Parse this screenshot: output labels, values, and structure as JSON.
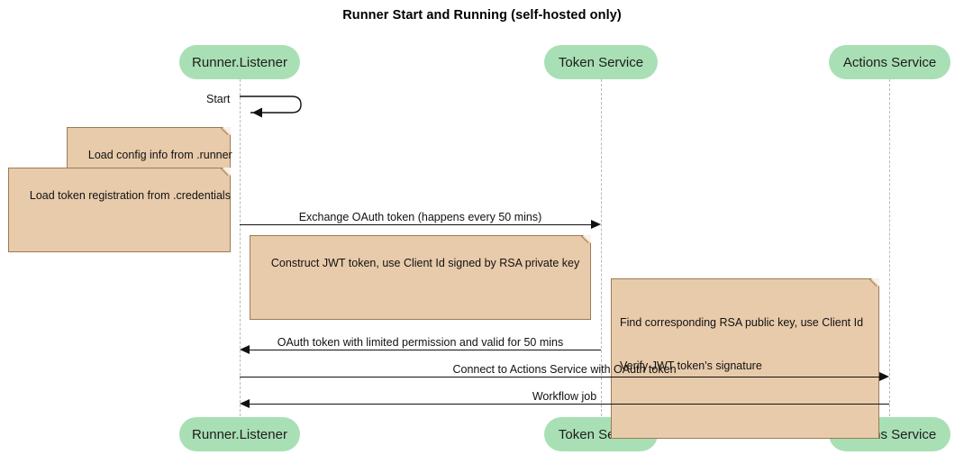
{
  "diagram": {
    "type": "sequence-diagram",
    "title": "Runner Start and Running (self-hosted only)",
    "colors": {
      "participant_fill": "#a9dfb4",
      "note_fill": "#e8cbab",
      "note_border": "#9c7b54",
      "line": "#111111",
      "lifeline": "#b9b9b9",
      "background": "#ffffff"
    }
  },
  "participants": [
    {
      "id": "runner",
      "label": "Runner.Listener"
    },
    {
      "id": "token",
      "label": "Token Service"
    },
    {
      "id": "actions",
      "label": "Actions Service"
    }
  ],
  "participants_bottom": [
    {
      "id": "runner",
      "label": "Runner.Listener"
    },
    {
      "id": "token",
      "label": "Token Service"
    },
    {
      "id": "actions",
      "label": "Actions Service"
    }
  ],
  "messages": [
    {
      "id": "m1",
      "label": "Start",
      "from": "runner",
      "to": "runner",
      "kind": "self",
      "direction": "self"
    },
    {
      "id": "m2",
      "label": "Exchange OAuth token (happens every 50 mins)",
      "from": "runner",
      "to": "token",
      "kind": "sync",
      "direction": "right"
    },
    {
      "id": "m3",
      "label": "OAuth token with limited permission and valid for 50 mins",
      "from": "token",
      "to": "runner",
      "kind": "return",
      "direction": "left"
    },
    {
      "id": "m4",
      "label": "Connect to Actions Service with OAuth token",
      "from": "runner",
      "to": "actions",
      "kind": "sync",
      "direction": "right"
    },
    {
      "id": "m5",
      "label": "Workflow job",
      "from": "actions",
      "to": "runner",
      "kind": "return",
      "direction": "left"
    }
  ],
  "notes": [
    {
      "id": "n1",
      "text": "Load config info from .runner",
      "attached_to": "runner"
    },
    {
      "id": "n2",
      "text": "Load token registration from .credentials",
      "attached_to": "runner"
    },
    {
      "id": "n3",
      "text": "Construct JWT token, use Client Id signed by RSA private key",
      "attached_to": "runner"
    },
    {
      "id": "n4",
      "line1": "Find corresponding RSA public key, use Client Id",
      "line2": "Verify JWT token's signature",
      "attached_to": "token"
    }
  ]
}
